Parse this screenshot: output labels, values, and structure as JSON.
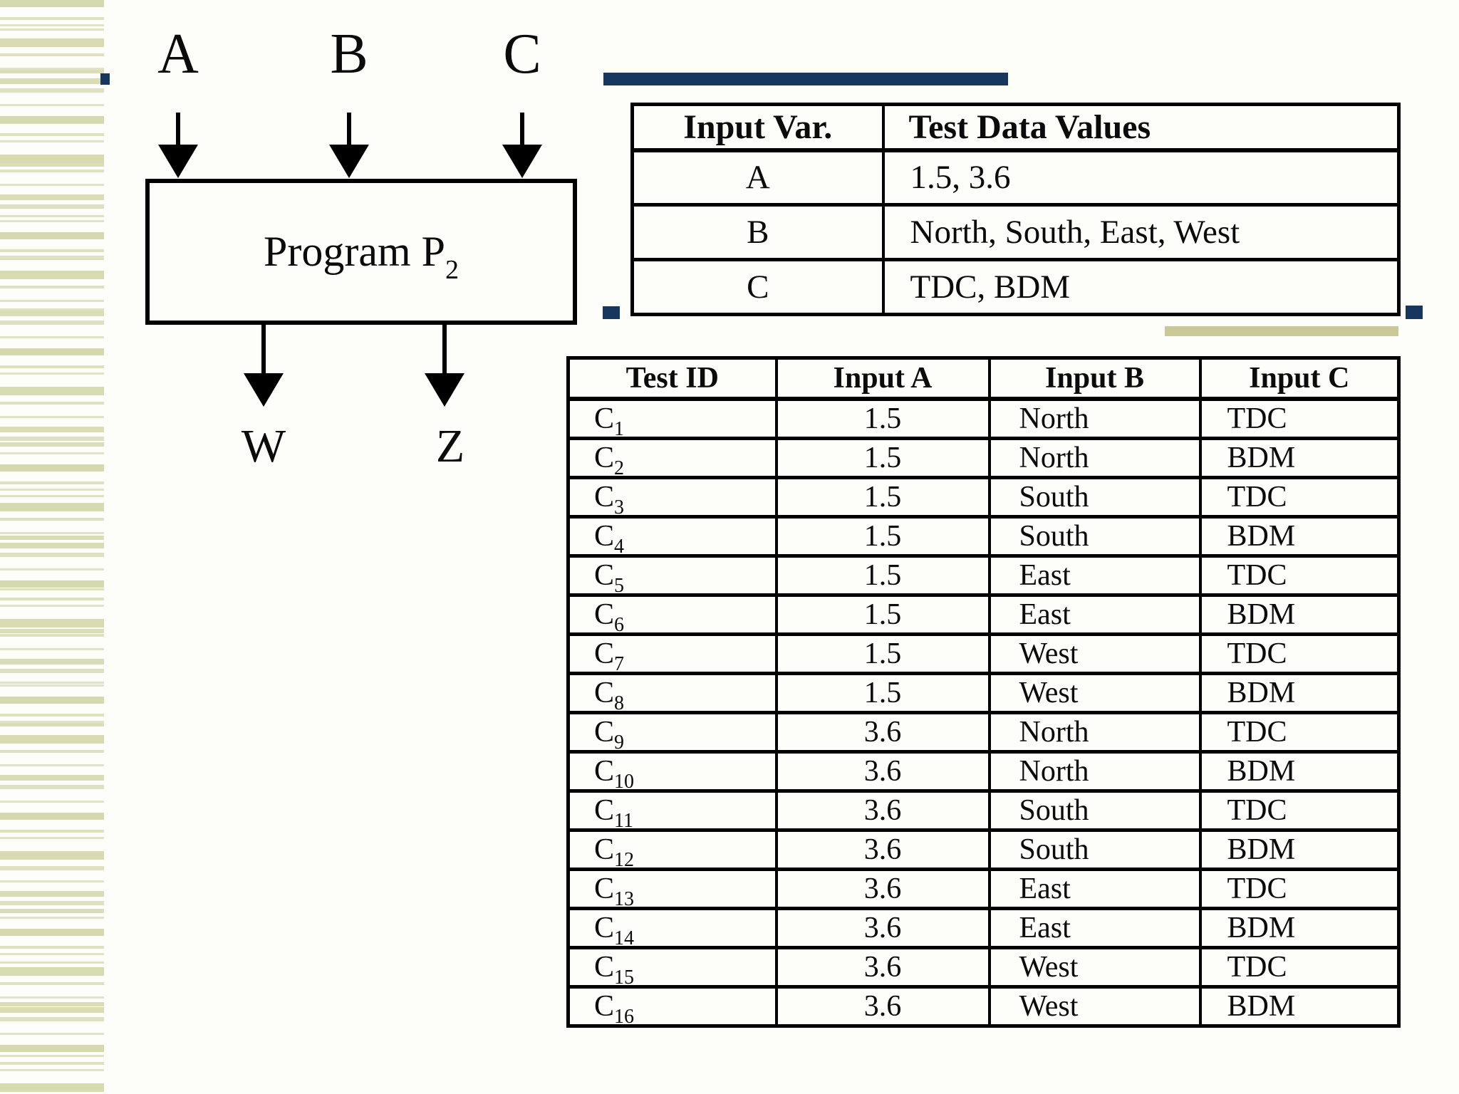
{
  "slide": {
    "background": "#fdfdfa",
    "accent_navy": "#17375e",
    "accent_khaki": "#c9c896",
    "stripe_olive": "#dcdeba"
  },
  "diagram": {
    "inputs": [
      "A",
      "B",
      "C"
    ],
    "outputs": [
      "W",
      "Z"
    ],
    "box_label": "Program P",
    "box_label_sub": "2"
  },
  "input_table": {
    "headers": [
      "Input Var.",
      "Test Data Values"
    ],
    "rows": [
      {
        "var": "A",
        "values": "1.5, 3.6"
      },
      {
        "var": "B",
        "values": "North, South, East, West"
      },
      {
        "var": "C",
        "values": "TDC, BDM"
      }
    ]
  },
  "test_table": {
    "headers": [
      "Test ID",
      "Input A",
      "Input B",
      "Input C"
    ],
    "rows": [
      {
        "id_base": "C",
        "id_sub": "1",
        "a": "1.5",
        "b": "North",
        "c": "TDC"
      },
      {
        "id_base": "C",
        "id_sub": "2",
        "a": "1.5",
        "b": "North",
        "c": "BDM"
      },
      {
        "id_base": "C",
        "id_sub": "3",
        "a": "1.5",
        "b": "South",
        "c": "TDC"
      },
      {
        "id_base": "C",
        "id_sub": "4",
        "a": "1.5",
        "b": "South",
        "c": "BDM"
      },
      {
        "id_base": "C",
        "id_sub": "5",
        "a": "1.5",
        "b": "East",
        "c": "TDC"
      },
      {
        "id_base": "C",
        "id_sub": "6",
        "a": "1.5",
        "b": "East",
        "c": "BDM"
      },
      {
        "id_base": "C",
        "id_sub": "7",
        "a": "1.5",
        "b": "West",
        "c": "TDC"
      },
      {
        "id_base": "C",
        "id_sub": "8",
        "a": "1.5",
        "b": "West",
        "c": "BDM"
      },
      {
        "id_base": "C",
        "id_sub": "9",
        "a": "3.6",
        "b": "North",
        "c": "TDC"
      },
      {
        "id_base": "C",
        "id_sub": "10",
        "a": "3.6",
        "b": "North",
        "c": "BDM"
      },
      {
        "id_base": "C",
        "id_sub": "11",
        "a": "3.6",
        "b": "South",
        "c": "TDC"
      },
      {
        "id_base": "C",
        "id_sub": "12",
        "a": "3.6",
        "b": "South",
        "c": "BDM"
      },
      {
        "id_base": "C",
        "id_sub": "13",
        "a": "3.6",
        "b": "East",
        "c": "TDC"
      },
      {
        "id_base": "C",
        "id_sub": "14",
        "a": "3.6",
        "b": "East",
        "c": "BDM"
      },
      {
        "id_base": "C",
        "id_sub": "15",
        "a": "3.6",
        "b": "West",
        "c": "TDC"
      },
      {
        "id_base": "C",
        "id_sub": "16",
        "a": "3.6",
        "b": "West",
        "c": "BDM"
      }
    ]
  }
}
